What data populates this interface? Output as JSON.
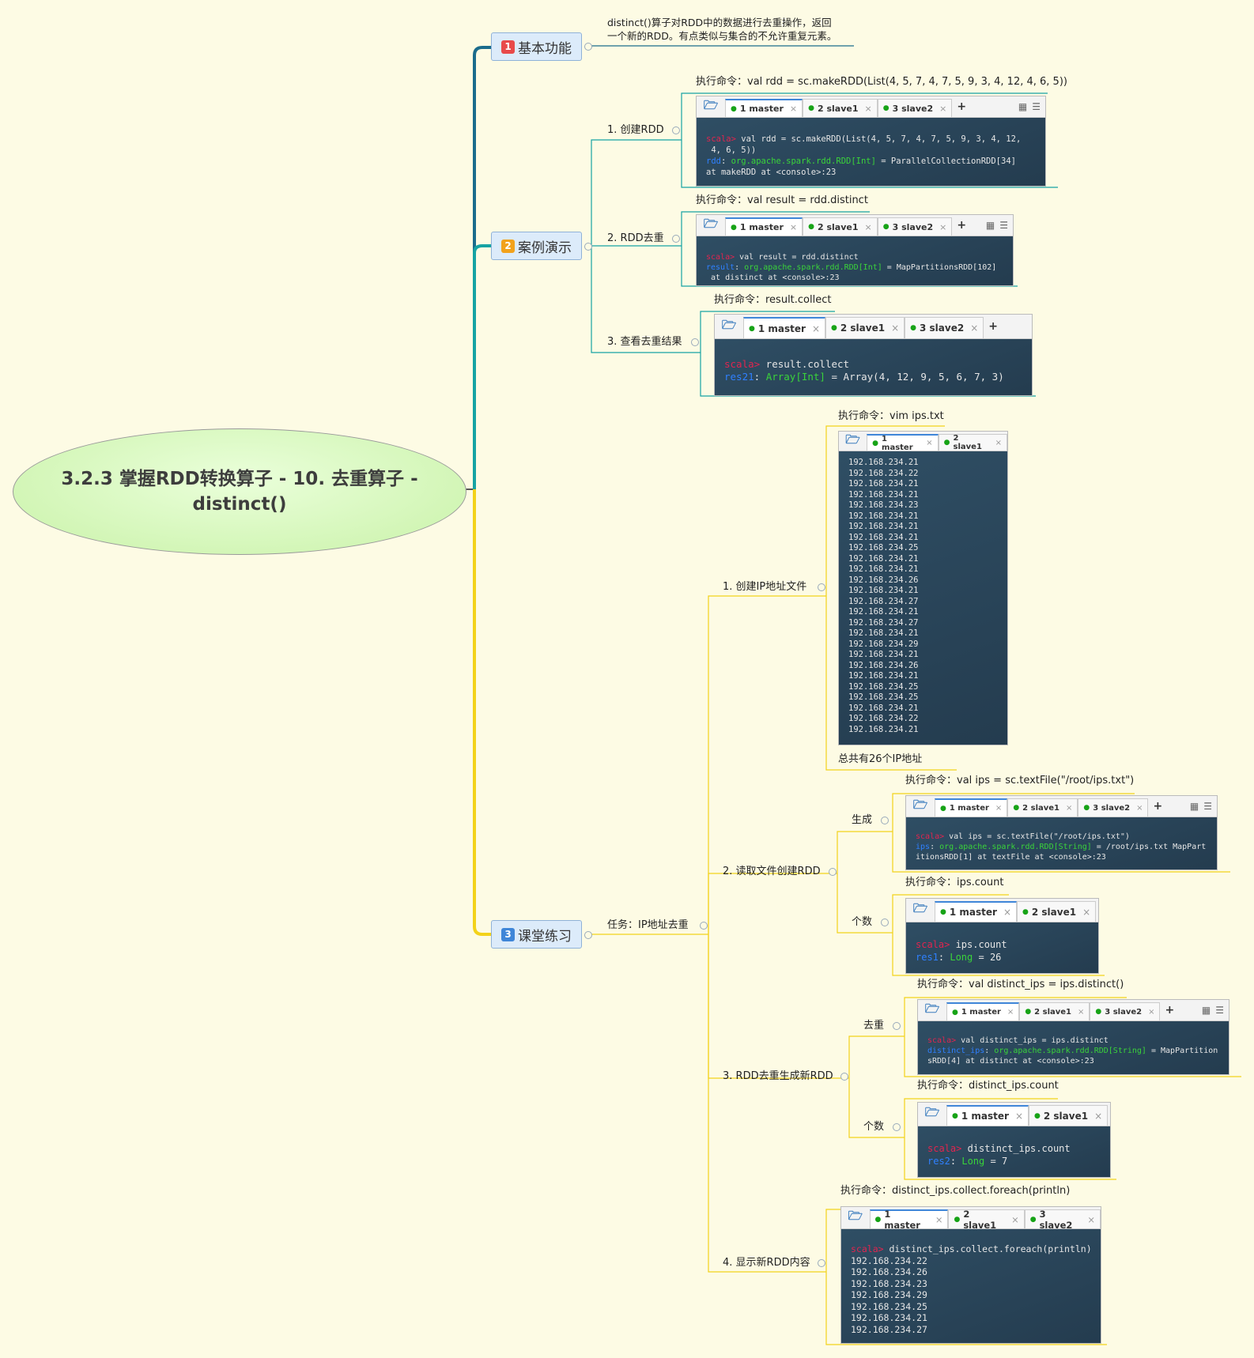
{
  "title": "3.2.3 掌握RDD转换算子 - 10. 去重算子 - distinct()",
  "branches": [
    {
      "num": "1",
      "label": "基本功能"
    },
    {
      "num": "2",
      "label": "案例演示"
    },
    {
      "num": "3",
      "label": "课堂练习"
    }
  ],
  "basic": {
    "desc1": "distinct()算子对RDD中的数据进行去重操作，返回",
    "desc2": "一个新的RDD。有点类似与集合的不允许重复元素。"
  },
  "demo": {
    "s1": "1. 创建RDD",
    "s2": "2. RDD去重",
    "s3": "3. 查看去重结果",
    "c1": "执行命令：val rdd = sc.makeRDD(List(4, 5, 7, 4, 7, 5, 9, 3, 4, 12, 4, 6, 5))",
    "c2": "执行命令：val result = rdd.distinct",
    "c3": "执行命令：result.collect"
  },
  "tabs": {
    "master": "1 master",
    "slave1": "2 slave1",
    "slave2": "3 slave2",
    "close": "×",
    "plus": "+",
    "folder": "🗁",
    "dot": "●",
    "grid": "▦",
    "menu": "☰"
  },
  "term": {
    "prompt": "scala>",
    "t1_cmd": " val rdd = sc.makeRDD(List(4, 5, 7, 4, 7, 5, 9, 3, 4, 12,",
    "t1_cmd2": " 4, 6, 5))",
    "t1_var": "rdd",
    "t1_type": "org.apache.spark.rdd.RDD[Int]",
    "t1_val": " = ParallelCollectionRDD[34]",
    "t1_at": "at makeRDD at <console>:23",
    "t2_cmd": " val result = rdd.distinct",
    "t2_var": "result",
    "t2_type": "org.apache.spark.rdd.RDD[Int]",
    "t2_val": " = MapPartitionsRDD[102]",
    "t2_at": " at distinct at <console>:23",
    "t3_cmd": " result.collect",
    "t3_var": "res21",
    "t3_type": "Array[Int]",
    "t3_val": " = Array(4, 12, 9, 5, 6, 7, 3)",
    "ips": [
      "192.168.234.21",
      "192.168.234.22",
      "192.168.234.21",
      "192.168.234.21",
      "192.168.234.23",
      "192.168.234.21",
      "192.168.234.21",
      "192.168.234.21",
      "192.168.234.25",
      "192.168.234.21",
      "192.168.234.21",
      "192.168.234.26",
      "192.168.234.21",
      "192.168.234.27",
      "192.168.234.21",
      "192.168.234.27",
      "192.168.234.21",
      "192.168.234.29",
      "192.168.234.21",
      "192.168.234.26",
      "192.168.234.21",
      "192.168.234.25",
      "192.168.234.25",
      "192.168.234.21",
      "192.168.234.22",
      "192.168.234.21"
    ],
    "t5_cmd": " val ips = sc.textFile(\"/root/ips.txt\")",
    "t5_var": "ips",
    "t5_type": "org.apache.spark.rdd.RDD[String]",
    "t5_val": " = /root/ips.txt MapPart",
    "t5_at": "itionsRDD[1] at textFile at <console>:23",
    "t6_cmd": " ips.count",
    "t6_var": "res1",
    "t6_type": "Long",
    "t6_val": " = 26",
    "t7_cmd": " val distinct_ips = ips.distinct",
    "t7_var": "distinct_ips",
    "t7_type": "org.apache.spark.rdd.RDD[String]",
    "t7_val": " = MapPartition",
    "t7_at": "sRDD[4] at distinct at <console>:23",
    "t8_cmd": " distinct_ips.count",
    "t8_var": "res2",
    "t8_type": "Long",
    "t8_val": " = 7",
    "t9_cmd": " distinct_ips.collect.foreach(println)",
    "t9_out": [
      "192.168.234.22",
      "192.168.234.26",
      "192.168.234.23",
      "192.168.234.29",
      "192.168.234.25",
      "192.168.234.21",
      "192.168.234.27"
    ]
  },
  "exercise": {
    "task": "任务：IP地址去重",
    "e1": "1. 创建IP地址文件",
    "e1_cmd": "执行命令：vim ips.txt",
    "e1_total": "总共有26个IP地址",
    "e2": "2. 读取文件创建RDD",
    "e2a": "生成",
    "e2a_cmd": "执行命令：val ips = sc.textFile(\"/root/ips.txt\")",
    "e2b": "个数",
    "e2b_cmd": "执行命令：ips.count",
    "e3": "3. RDD去重生成新RDD",
    "e3a": "去重",
    "e3a_cmd": "执行命令：val distinct_ips = ips.distinct()",
    "e3b": "个数",
    "e3b_cmd": "执行命令：distinct_ips.count",
    "e4": "4. 显示新RDD内容",
    "e4_cmd": "执行命令：distinct_ips.collect.foreach(println)"
  }
}
